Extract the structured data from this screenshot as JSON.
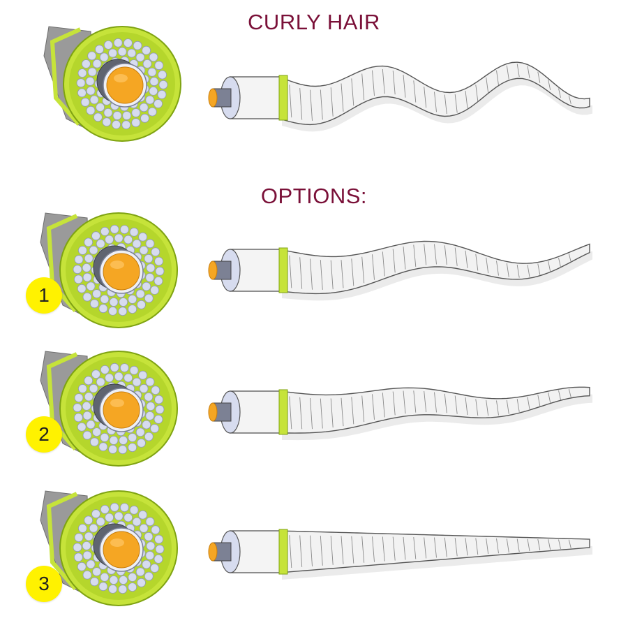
{
  "title": "CURLY HAIR",
  "subtitle": "OPTIONS:",
  "colors": {
    "title_text": "#7a1038",
    "cuticle": "#f7f7f7",
    "cuticle_outline": "#555555",
    "moss": "#c6e33a",
    "moss_dark": "#7fa312",
    "fiber": "#d7dcef",
    "medulla": "#f5a623",
    "badge": "#fff200"
  },
  "rows": [
    {
      "id": "curly",
      "badge": "",
      "amplitude": 1.0,
      "cycles": 2.3
    },
    {
      "id": "option-1",
      "badge": "1",
      "amplitude": 0.7,
      "cycles": 1.6
    },
    {
      "id": "option-2",
      "badge": "2",
      "amplitude": 0.35,
      "cycles": 1.8
    },
    {
      "id": "option-3",
      "badge": "3",
      "amplitude": 0.0,
      "cycles": 0.0
    }
  ]
}
